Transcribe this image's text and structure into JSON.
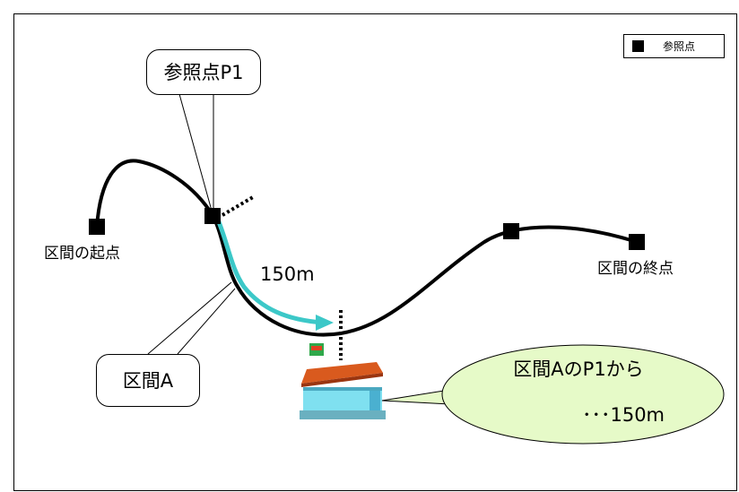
{
  "legend": {
    "label": "参照点"
  },
  "callouts": {
    "ref_point": "参照点P1",
    "section": "区間A",
    "speech_line1": "区間AのP1から",
    "speech_line2": "･･･150m"
  },
  "labels": {
    "start": "区間の起点",
    "end": "区間の終点",
    "distance": "150m"
  },
  "colors": {
    "route": "#000000",
    "distance_arrow": "#3cc8c8",
    "speech_fill": "#e6fac8",
    "building_roof": "#d95a1e",
    "building_wall": "#7fe0f0",
    "building_base": "#6ab0c0",
    "sign": "#2fa84a"
  },
  "icons": {
    "reference_point": "square-marker-icon",
    "store": "convenience-store-icon"
  }
}
